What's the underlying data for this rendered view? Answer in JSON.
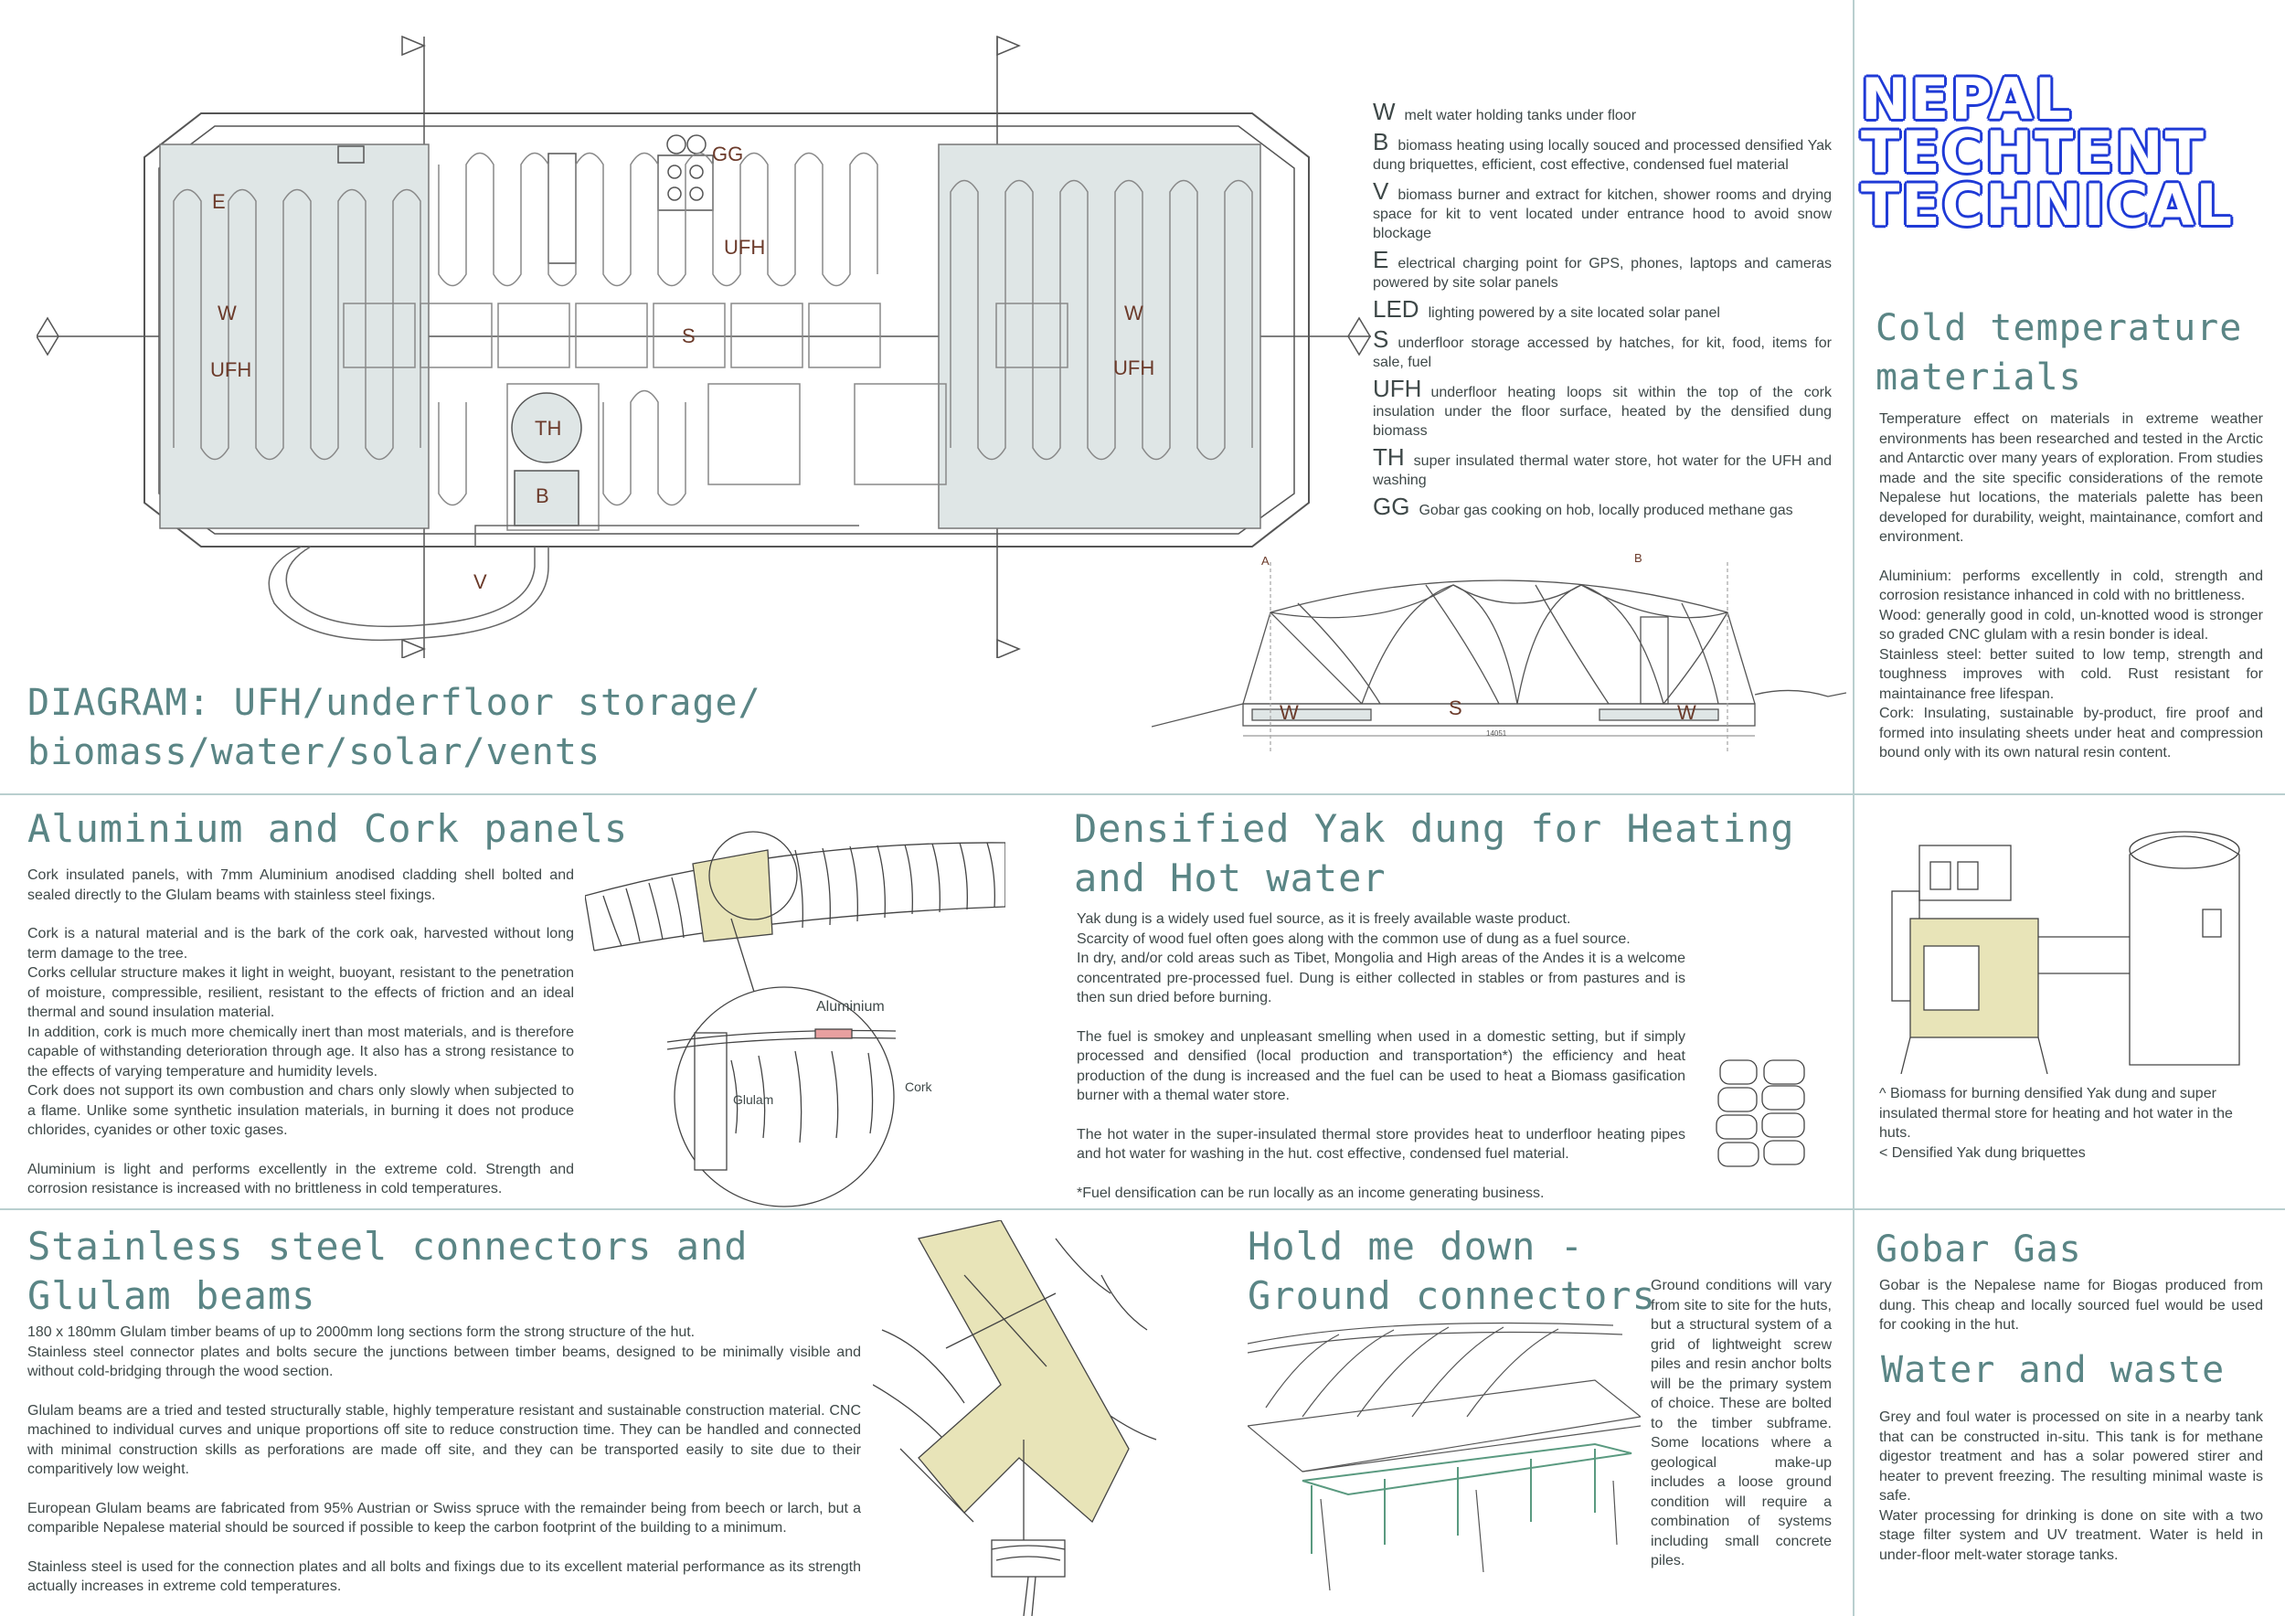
{
  "brand": {
    "line1": "NEPAL",
    "line2": "TECHTENT",
    "line3": "TECHNICAL"
  },
  "diagram": {
    "title_line1": "DIAGRAM: UFH/underfloor storage/",
    "title_line2": "biomass/water/solar/vents",
    "plan_labels": {
      "gg": "GG",
      "e": "E",
      "ufh": "UFH",
      "w": "W",
      "s": "S",
      "th": "TH",
      "b": "B",
      "v": "V"
    },
    "section_labels": {
      "a": "A",
      "b": "B",
      "w": "W",
      "s": "S",
      "dim": "14051"
    }
  },
  "legend": [
    {
      "key": "W",
      "text": "melt water holding tanks under floor"
    },
    {
      "key": "B",
      "text": "biomass heating using locally souced and processed densified Yak dung briquettes, efficient, cost effective, condensed fuel material"
    },
    {
      "key": "V",
      "text": "biomass burner and extract for kitchen, shower rooms and drying space for kit to vent located under entrance hood to avoid snow blockage"
    },
    {
      "key": "E",
      "text": "electrical charging point for GPS, phones, laptops and cameras powered by site solar panels"
    },
    {
      "key": "LED",
      "text": "lighting powered by a site located solar panel"
    },
    {
      "key": "S",
      "text": "underfloor storage accessed by hatches, for kit, food, items for sale, fuel"
    },
    {
      "key": "UFH",
      "text": "underfloor heating loops sit within the top of the cork insulation under the floor surface, heated by the densified dung biomass"
    },
    {
      "key": "TH",
      "text": "super insulated thermal water store, hot water for the UFH and washing"
    },
    {
      "key": "GG",
      "text": "Gobar gas cooking on hob, locally produced methane gas"
    }
  ],
  "cold": {
    "title_line1": "Cold temperature",
    "title_line2": "materials",
    "p1": "Temperature effect on materials in extreme weather environments has been researched and tested in the Arctic and Antarctic over many years of exploration. From studies made and the site specific considerations of the remote Nepalese hut locations, the materials palette has been developed for durability, weight, maintainance, comfort and environment.",
    "p2": "Aluminium: performs excellently in cold, strength and corrosion resistance inhanced in cold with no brittleness.\nWood: generally good in cold, un-knotted wood is stronger so graded CNC glulam with a resin bonder is ideal.\nStainless steel: better suited to low temp, strength and toughness improves with cold. Rust resistant for maintainance free lifespan.\nCork: Insulating, sustainable by-product, fire proof and formed into insulating sheets under heat and compression bound only with its own natural resin content."
  },
  "alu": {
    "title": "Aluminium and Cork panels",
    "p1": "Cork insulated panels, with 7mm Aluminium anodised cladding shell bolted and sealed directly to the Glulam beams with stainless steel fixings.",
    "p2": "Cork is a natural material and is the bark of the cork oak, harvested without long term damage to the tree.\nCorks cellular structure makes it light in weight, buoyant, resistant to the penetration of moisture, compressible, resilient, resistant to the effects of friction and an ideal thermal and sound insulation material.\nIn addition, cork is much more chemically inert than most materials, and is therefore capable of withstanding deterioration through age. It also has a strong resistance to the effects of varying temperature and humidity levels.\nCork does not support its own combustion and chars only slowly when subjected to a flame. Unlike some synthetic insulation materials, in burning it does not produce chlorides, cyanides or other toxic gases.",
    "p3": "Aluminium is light and performs excellently in the extreme cold. Strength and corrosion resistance is increased with no brittleness in cold temperatures.",
    "labels": {
      "aluminium": "Aluminium",
      "glulam": "Glulam",
      "cork": "Cork"
    }
  },
  "yak": {
    "title_line1": "Densified Yak dung for Heating",
    "title_line2": "and Hot water",
    "p1": "Yak dung is a widely used fuel source, as it is freely available waste product.\nScarcity of wood fuel often goes along with the common use of dung as a fuel source.\nIn dry, and/or cold areas such as Tibet, Mongolia and High areas of the Andes it is a welcome concentrated pre-processed fuel. Dung is either collected in stables or from pastures and is then sun dried before burning.",
    "p2": "The fuel is smokey and unpleasant smelling when used in a domestic setting, but if simply processed and densified (local production and transportation*) the efficiency and heat production of the dung is increased and the fuel can be used to heat a Biomass gasification burner with a themal water store.",
    "p3": "The hot water in the super-insulated thermal store provides heat to underfloor heating pipes and hot water for washing in the hut. cost effective, condensed fuel material.",
    "p4": "*Fuel densification can be run locally as an income generating business."
  },
  "biomass_caption": {
    "line1": "^  Biomass for burning densified Yak dung and super insulated thermal store for heating and hot water in the huts.",
    "line2": "<  Densified Yak dung briquettes"
  },
  "steel": {
    "title_line1": "Stainless steel connectors and",
    "title_line2": "Glulam beams",
    "p1": "180 x 180mm Glulam timber beams of up to 2000mm long sections form the strong structure of the hut.\nStainless steel connector plates and bolts secure the junctions between timber beams, designed to be minimally visible and without cold-bridging through the wood section.",
    "p2": "Glulam beams are a tried and tested structurally stable, highly temperature resistant and sustainable construction material. CNC machined to individual curves and unique proportions off site to reduce construction time. They can be handled and connected with minimal construction skills as perforations are made off site, and they can be transported easily to site due to their comparitively low weight.",
    "p3": "European Glulam beams are fabricated from 95% Austrian or Swiss spruce with the remainder being from beech or larch, but a comparible Nepalese material should be sourced if possible to keep the carbon footprint of the building to a minimum.",
    "p4": "Stainless steel is used for the connection plates and all bolts and fixings due to its excellent material performance as its strength actually increases in extreme cold temperatures."
  },
  "ground": {
    "title_line1": "Hold me down -",
    "title_line2": "Ground connectors",
    "p1": "Ground conditions will vary from site to site for the huts, but a structural system of a grid of lightweight screw piles and resin anchor bolts will be the primary system of choice. These are bolted to the timber subframe. Some locations where a geological make-up includes a loose ground condition will require a combination of systems including small concrete piles."
  },
  "gobar": {
    "title": "Gobar Gas",
    "p1": "Gobar is the Nepalese name for Biogas produced from dung. This cheap and locally sourced fuel would be used for cooking in the hut."
  },
  "water": {
    "title": "Water and waste",
    "p1": "Grey and foul water is processed on site in a nearby tank that can be constructed in-situ. This tank is for methane digestor treatment and has a solar powered stirer and heater to prevent freezing. The resulting minimal waste is safe.\nWater processing for drinking is done on site with a two stage filter system and UV treatment. Water is held in under-floor melt-water storage tanks."
  },
  "colors": {
    "accent": "#5a8585",
    "brand_blue": "#1f3ad6",
    "panel_fill": "#dfe6e6",
    "olive": "#e8e4b8",
    "divider": "#b9cfcf"
  }
}
